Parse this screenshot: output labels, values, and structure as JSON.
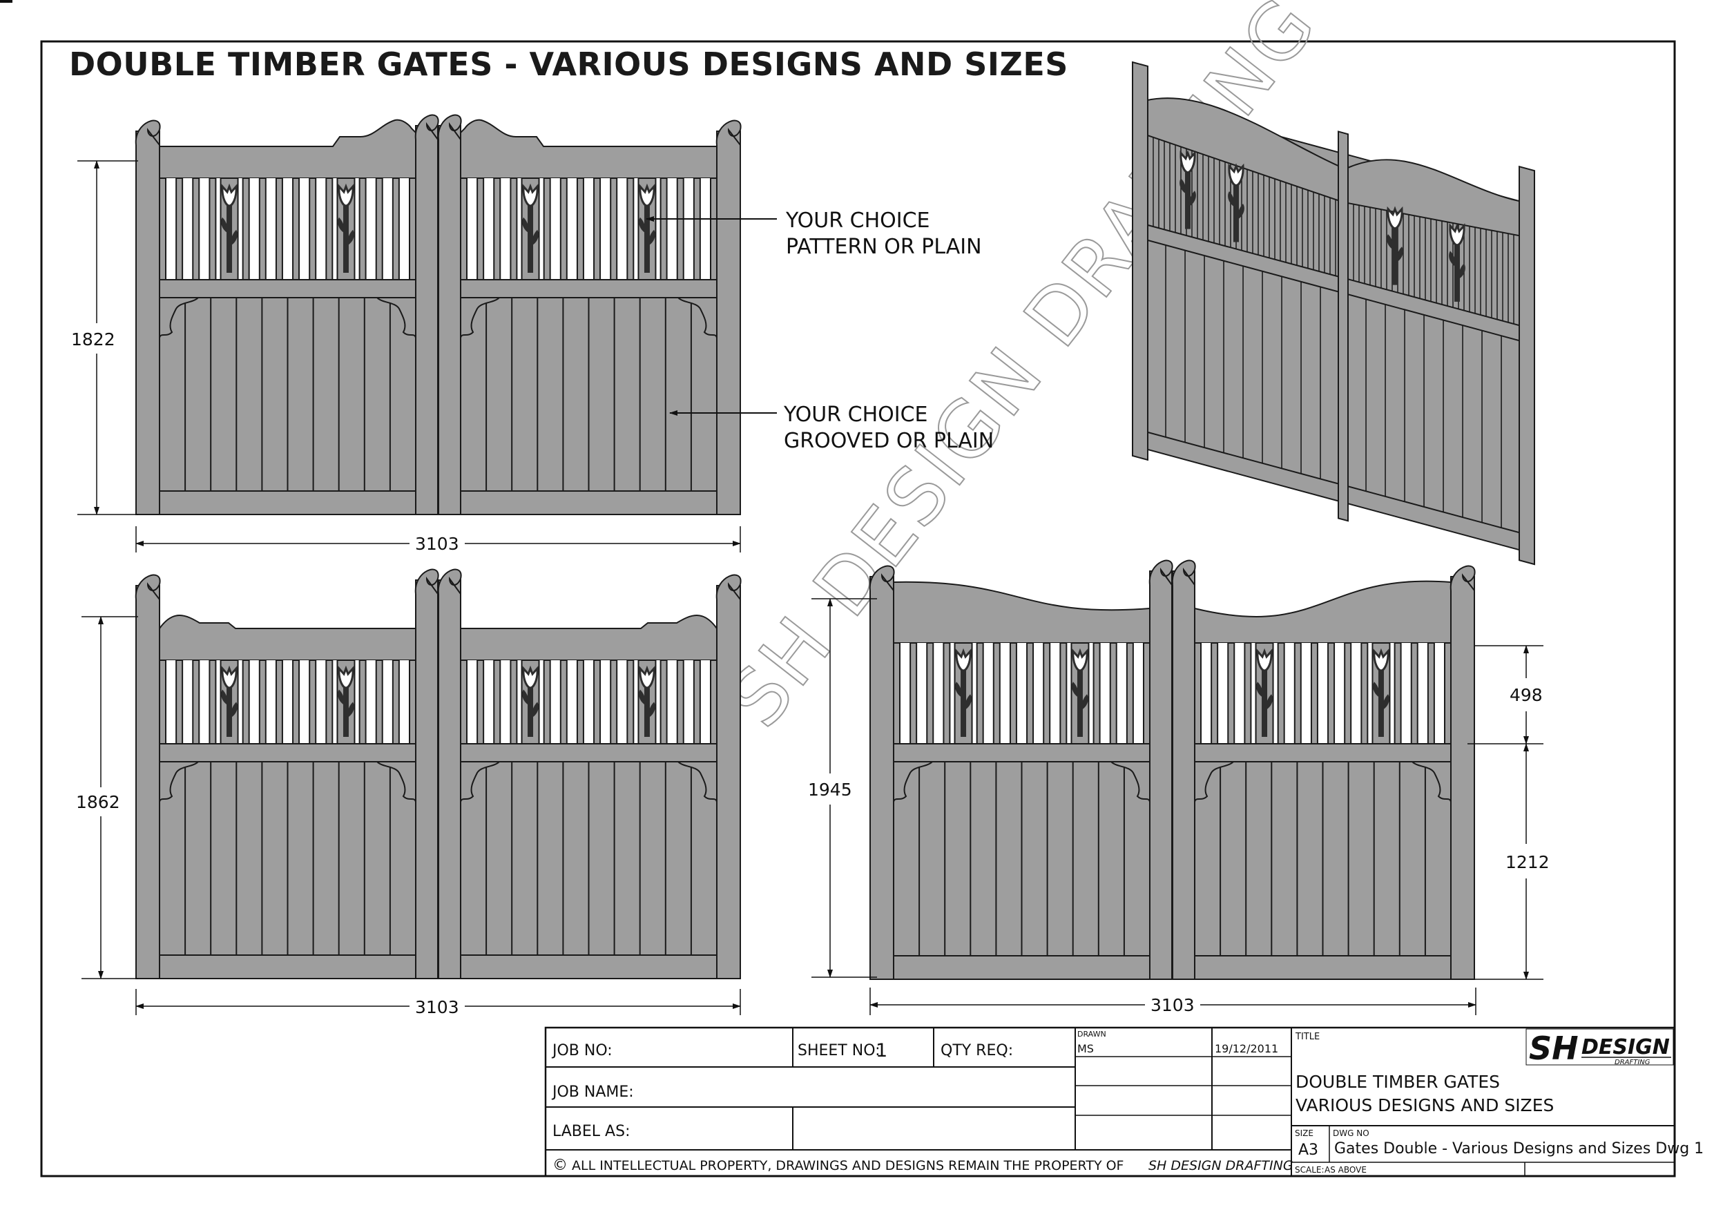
{
  "title": "DOUBLE TIMBER GATES - VARIOUS DESIGNS AND SIZES",
  "watermark": "SH DESIGN DRAFTING",
  "colors": {
    "wood": "#9e9e9e",
    "line": "#1a1a1a",
    "dark": "#2e2e2e",
    "light": "#ffffff"
  },
  "callouts": [
    {
      "line1": "YOUR CHOICE",
      "line2": "PATTERN OR PLAIN"
    },
    {
      "line1": "YOUR CHOICE",
      "line2": "GROOVED OR PLAIN"
    }
  ],
  "views": [
    {
      "name": "design-1",
      "height_label": "1822",
      "width_label": "3103"
    },
    {
      "name": "design-2",
      "height_label": "1862",
      "width_label": "3103"
    },
    {
      "name": "design-3",
      "height_label": "1945",
      "width_label": "3103",
      "top_section_label": "498",
      "bottom_section_label": "1212"
    }
  ],
  "title_block": {
    "job_no_label": "JOB NO:",
    "sheet_no_label": "SHEET NO:",
    "sheet_no_value": "1",
    "qty_req_label": "QTY REQ:",
    "drawn_label": "DRAWN",
    "drawn_value": "MS",
    "date": "19/12/2011",
    "job_name_label": "JOB NAME:",
    "label_as_label": "LABEL AS:",
    "copyright_symbol": "©",
    "copyright_text": "ALL INTELLECTUAL PROPERTY, DRAWINGS AND DESIGNS REMAIN THE PROPERTY OF",
    "copyright_company": "SH DESIGN DRAFTING",
    "title_label": "TITLE",
    "title_line1": "DOUBLE TIMBER GATES",
    "title_line2": "VARIOUS DESIGNS AND SIZES",
    "logo_mark": "SH",
    "logo_word": "DESIGN",
    "logo_sub": "DRAFTING",
    "size_label": "SIZE",
    "size_value": "A3",
    "dwg_no_label": "DWG NO",
    "dwg_no_value": "Gates Double - Various Designs and Sizes Dwg 1",
    "scale_label": "SCALE:",
    "scale_value": "AS ABOVE"
  }
}
